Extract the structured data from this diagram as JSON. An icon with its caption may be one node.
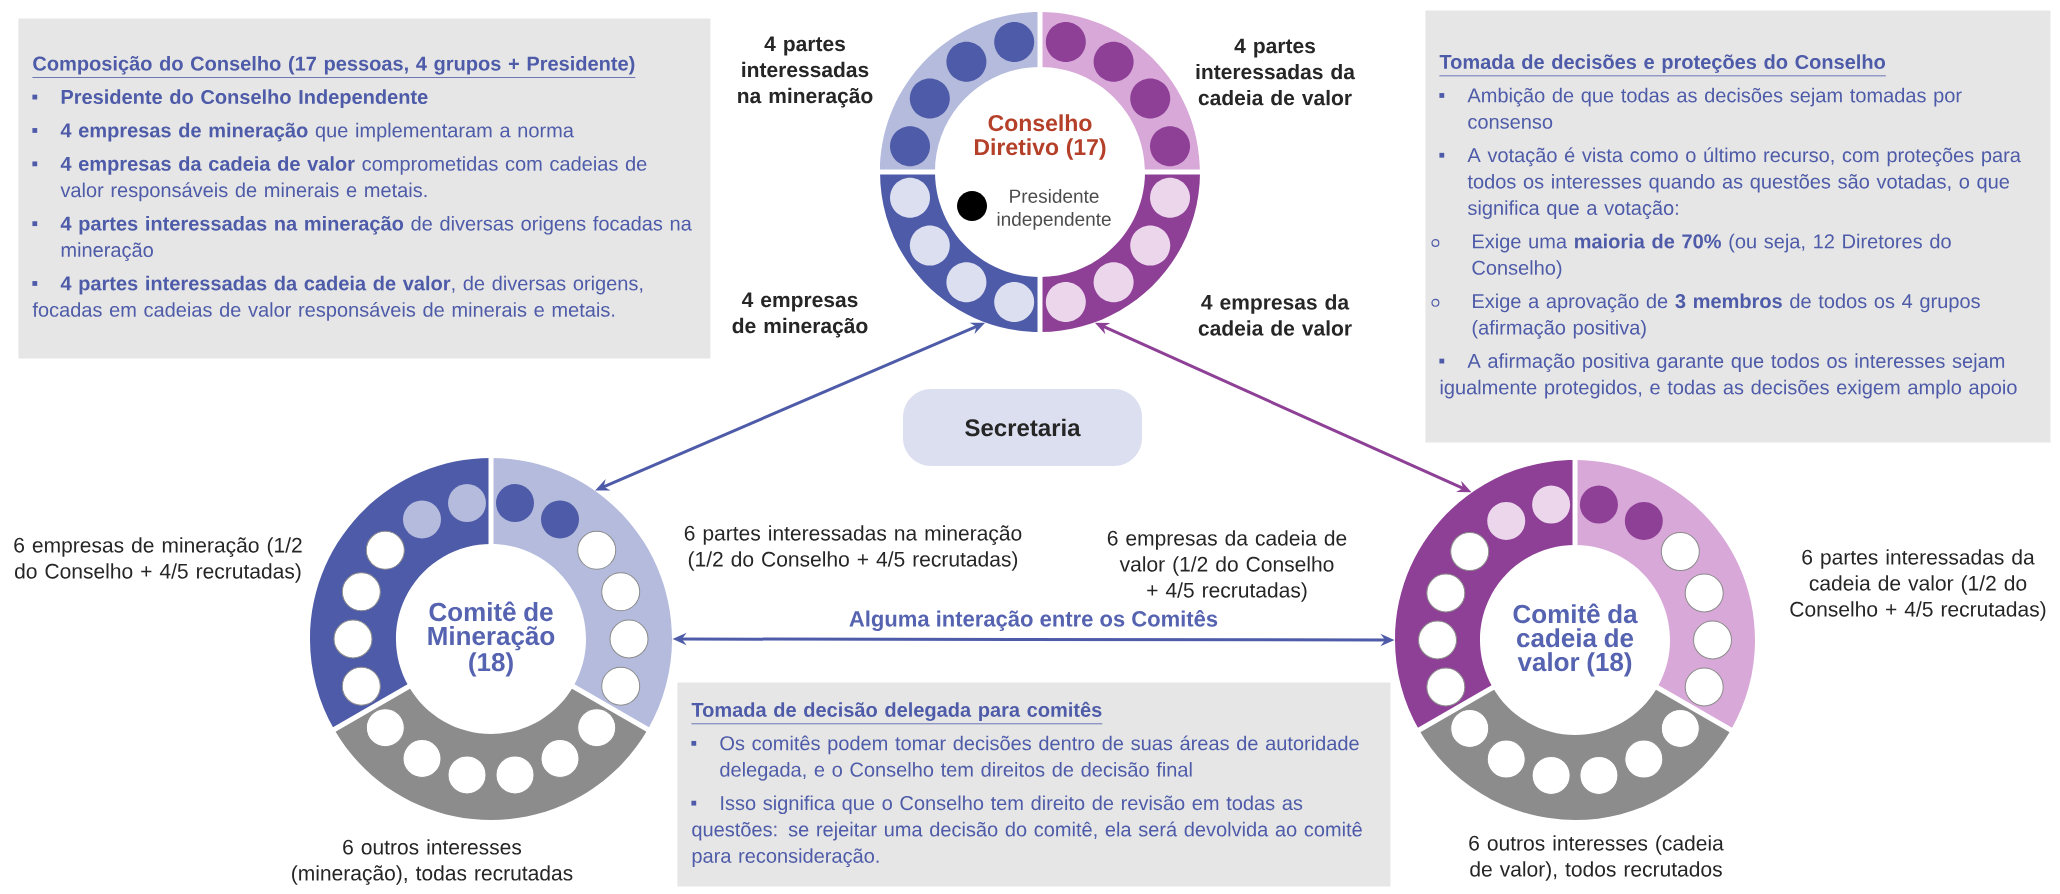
{
  "diagram": {
    "nodes": [
      {
        "text": [
          "Composição do Conselho (17 pessoas, 4 grupos + Presidente)",
          "Presidente do Conselho Independente",
          "**4 empresas de mineração** que implementaram a norma",
          "**4 empresas da cadeia de valor** comprometidas com cadeias de valor responsáveis de minerais e metais.",
          "**4 partes interessadas na mineração** de diversas origens focadas na mineração",
          "**4 partes interessadas da cadeia de valor**, de diversas origens, focadas em cadeias de valor responsáveis de minerais e metais."
        ]
      },
      {
        "text": [
          "Conselho Diretivo (17)",
          "Presidente independente"
        ],
        "beside": [
          "4 partes interessadas na mineração",
          "4 partes interessadas da cadeia de valor",
          "4 empresas de mineração",
          "4 empresas da cadeia de valor"
        ]
      },
      {
        "text": [
          "Tomada de decisões e proteções do Conselho",
          "Ambição de que todas as decisões sejam tomadas por consenso",
          "A votação é vista como o último recurso, com proteções para todos os interesses quando as questões são votadas, o que significa que a votação:",
          "Exige uma **maioria de 70%** (ou seja, 12 Diretores do Conselho)",
          "Exige a aprovação de **3 membros** de todos os 4 grupos (afirmação positiva)",
          "A afirmação positiva garante que todos os interesses sejam igualmente protegidos, e todas as decisões exigem amplo apoio"
        ]
      },
      {
        "text": [
          "Secretaria"
        ]
      },
      {
        "text": [
          "Comitê de Mineração (18)"
        ],
        "beside": [
          "6 empresas de mineração (1/2 do Conselho + 4/5 recrutadas)",
          "6 partes interessadas na mineração (1/2 do Conselho + 4/5 recrutadas)",
          "6 outros interesses (mineração), todas recrutadas"
        ]
      },
      {
        "text": [
          "Comitê da cadeia de valor (18)"
        ],
        "beside": [
          "6 empresas da cadeia de valor (1/2 do Conselho + 4/5 recrutadas)",
          "6 partes interessadas da cadeia de valor (1/2 do Conselho + 4/5 recrutadas)",
          "6 outros interesses (cadeia de valor), todos recrutados"
        ]
      },
      {
        "text": [
          "Tomada de decisão delegada para comitês",
          "Os comitês podem tomar decisões dentro de suas áreas de autoridade delegada, e o Conselho tem direitos de decisão final",
          "Isso significa que o Conselho tem direito de revisão em todas as questões: se rejeitar uma decisão do comitê, ela será devolvida ao comitê para reconsideração."
        ]
      }
    ],
    "edges": [
      {
        "from": 4,
        "to": 1,
        "arrow": "both"
      },
      {
        "from": 5,
        "to": 1,
        "arrow": "both",
        "color": "#8e3f96"
      },
      {
        "from": 4,
        "to": 5,
        "arrow": "both",
        "label": "Alguma interação entre os Comitês"
      }
    ]
  }
}
